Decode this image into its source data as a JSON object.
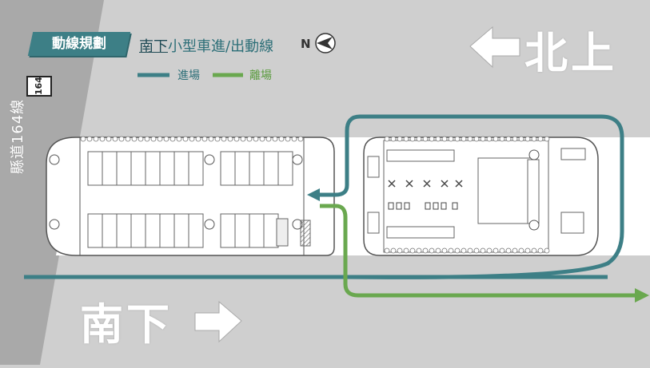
{
  "title": "動線規劃",
  "subtitle": {
    "direction": "南下",
    "text": "小型車進/出動線"
  },
  "compass": {
    "letter": "N",
    "icon": "north-arrow-icon"
  },
  "legend": {
    "entry_label": "進場",
    "exit_label": "離場",
    "entry_color": "#3d7f86",
    "exit_color": "#6aa84f"
  },
  "directions": {
    "north": "北上",
    "south": "南下"
  },
  "road": {
    "name": "縣道164線",
    "shield": "164"
  }
}
